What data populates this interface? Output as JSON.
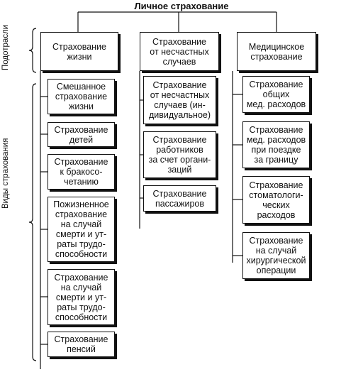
{
  "title": "Личное страхование",
  "side_labels": {
    "subsectors": "Подотрасли",
    "types": "Виды страхования"
  },
  "columns": {
    "life": {
      "header": "Страхование\nжизни",
      "items": [
        "Смешанное\nстрахование\nжизни",
        "Страхование\nдетей",
        "Страхование\nк бракосо-\nчетанию",
        "Пожизненное\nстрахование\nна случай\nсмерти и ут-\nраты трудо-\nспособности",
        "Страхование\nна случай\nсмерти и ут-\nраты трудо-\nспособности",
        "Страхование\nпенсий"
      ]
    },
    "accident": {
      "header": "Страхование\nот несчастных\nслучаев",
      "items": [
        "Страхование\nот несчастных\nслучаев (ин-\nдивидуальное)",
        "Страхование\nработников\nза счет органи-\nзаций",
        "Страхование\nпассажиров"
      ]
    },
    "medical": {
      "header": "Медицинское\nстрахование",
      "items": [
        "Страхование\nобщих\nмед. расходов",
        "Страхование\nмед. расходов\nпри поездке\nза границу",
        "Страхование\nстоматологи-\nческих\nрасходов",
        "Страхование\nна случай\nхирургической\nоперации"
      ]
    }
  }
}
